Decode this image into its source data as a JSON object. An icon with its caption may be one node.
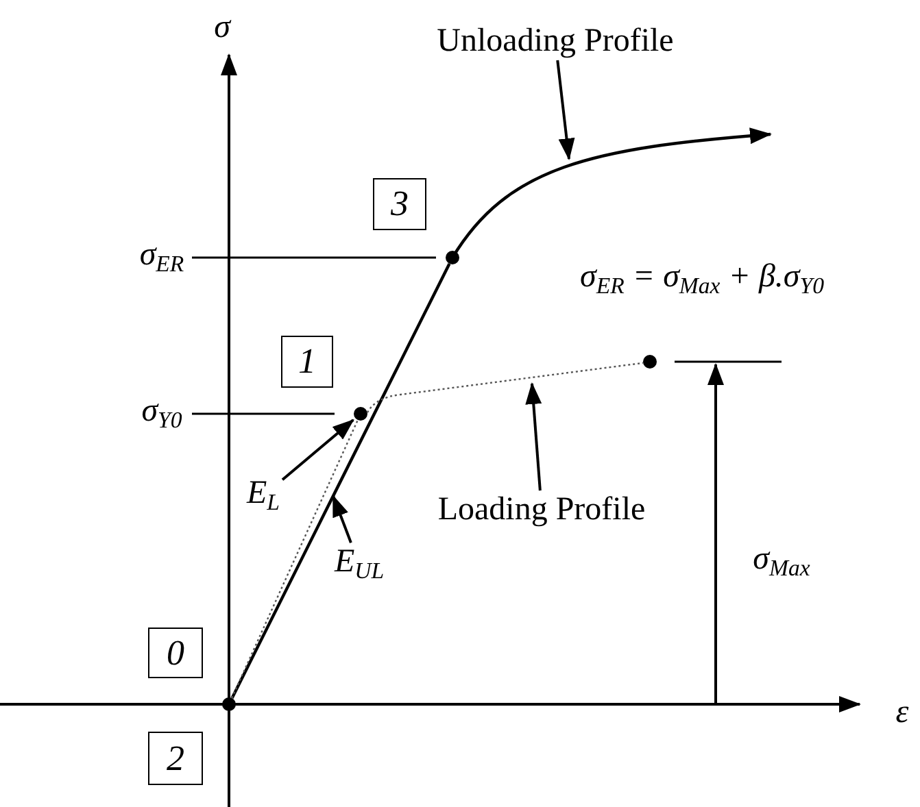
{
  "diagram": {
    "nodes": [
      {
        "text": [
          "Unloading Profile"
        ]
      },
      {
        "text": [
          "3"
        ]
      },
      {
        "text": [
          "1"
        ]
      },
      {
        "text": [
          "E$_{L}$"
        ]
      },
      {
        "text": [
          "Loading Profile"
        ]
      },
      {
        "text": [
          "E$_{UL}$"
        ]
      },
      {
        "text": [
          "0"
        ]
      },
      {
        "text": [
          "2"
        ]
      },
      {
        "text": [],
        "shape": "curve"
      },
      {
        "text": [],
        "shape": "circle"
      },
      {
        "text": [],
        "shape": "circle"
      },
      {
        "text": [],
        "shape": "circle"
      }
    ],
    "edges": [
      {
        "from": 0,
        "to": 8,
        "arrow": "to"
      },
      {
        "from": 3,
        "to": 10,
        "arrow": "to"
      },
      {
        "from": 4,
        "to": null,
        "arrow": "to"
      },
      {
        "from": 5,
        "to": null,
        "arrow": "to"
      },
      {
        "from": 9,
        "to": 8,
        "arrow": "none"
      },
      {
        "from": 9,
        "to": 10,
        "arrow": "none",
        "style": "dashed",
        "color": "#555555"
      },
      {
        "from": 10,
        "to": 11,
        "arrow": "none",
        "style": "dashed",
        "color": "#555555"
      }
    ],
    "labels": [
      "σ",
      "σ$_{ER}$",
      "σ$_{ER}$ = σ$_{Max}$ + β.σ$_{Y0}$",
      "σ$_{Y0}$",
      "σ$_{Max}$",
      "ε"
    ]
  }
}
